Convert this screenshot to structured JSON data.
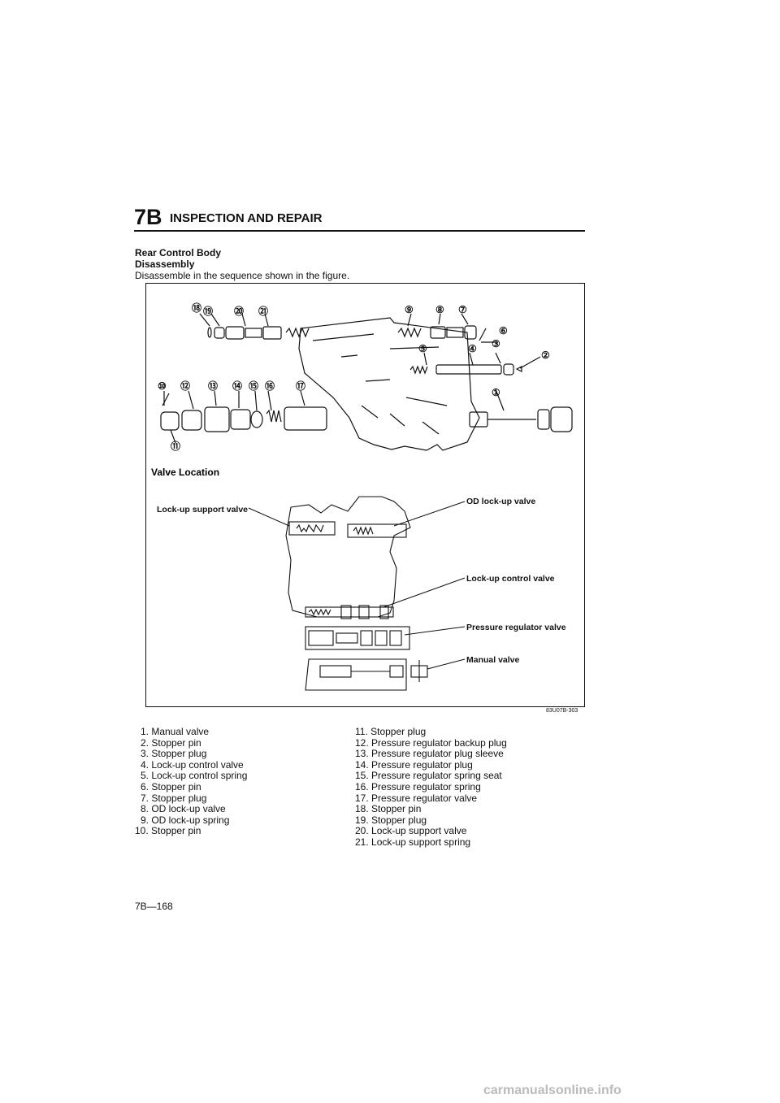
{
  "header": {
    "section_code": "7B",
    "title": "INSPECTION AND REPAIR"
  },
  "section": {
    "heading": "Rear Control Body",
    "subheading": "Disassembly",
    "instruction": "Disassemble in the sequence shown in the figure."
  },
  "figure": {
    "callouts": [
      "①",
      "②",
      "③",
      "④",
      "⑤",
      "⑥",
      "⑦",
      "⑧",
      "⑨",
      "⑩",
      "⑪",
      "⑫",
      "⑬",
      "⑭",
      "⑮",
      "⑯",
      "⑰",
      "⑱",
      "⑲",
      "⑳",
      "㉑"
    ],
    "valve_location_title": "Valve Location",
    "labels": {
      "lockup_support_valve": "Lock-up support valve",
      "od_lockup_valve": "OD lock-up valve",
      "lockup_control_valve": "Lock-up control valve",
      "pressure_regulator_valve": "Pressure regulator valve",
      "manual_valve": "Manual valve"
    },
    "code": "83U07B-303"
  },
  "parts_left": [
    "1. Manual valve",
    "2. Stopper pin",
    "3. Stopper plug",
    "4. Lock-up control valve",
    "5. Lock-up control spring",
    "6. Stopper pin",
    "7. Stopper plug",
    "8. OD lock-up valve",
    "9. OD lock-up spring",
    "10. Stopper pin"
  ],
  "parts_right": [
    "11. Stopper plug",
    "12. Pressure regulator backup plug",
    "13. Pressure regulator plug sleeve",
    "14. Pressure regulator plug",
    "15. Pressure regulator spring seat",
    "16. Pressure regulator spring",
    "17. Pressure regulator valve",
    "18. Stopper pin",
    "19. Stopper plug",
    "20. Lock-up support valve",
    "21. Lock-up support spring"
  ],
  "footer": {
    "page_number": "7B—168"
  },
  "watermark": "carmanualsonline.info"
}
